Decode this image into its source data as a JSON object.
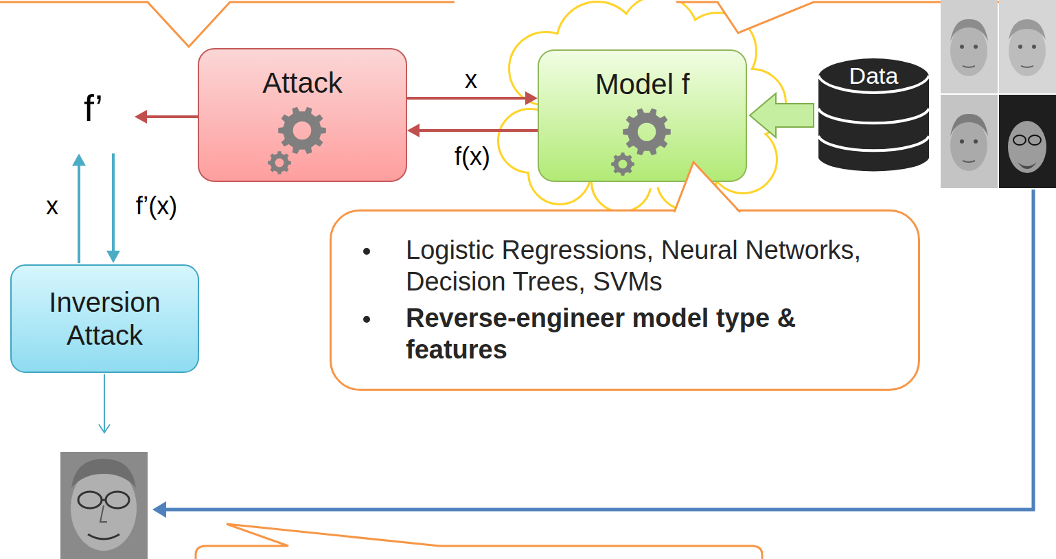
{
  "diagram": {
    "nodes": [
      {
        "text": [
          "f’"
        ]
      },
      {
        "text": [
          "Attack"
        ]
      },
      {
        "text": [
          "Model f"
        ]
      },
      {
        "text": [
          "Data"
        ]
      },
      {
        "text": [
          "Inversion Attack"
        ]
      },
      {
        "text": [
          "Logistic Regressions, Neural Networks, Decision Trees, SVMs",
          "Reverse-engineer model type & features"
        ]
      }
    ],
    "edges": [
      {
        "from": 1,
        "to": 0,
        "arrow": "to"
      },
      {
        "from": 1,
        "to": 2,
        "label": "x",
        "arrow": "to"
      },
      {
        "from": 2,
        "to": 1,
        "label": "f(x)",
        "arrow": "to"
      },
      {
        "from": 4,
        "to": 0,
        "label": "x",
        "arrow": "to"
      },
      {
        "from": 0,
        "to": 4,
        "label": "f’(x)",
        "arrow": "to"
      },
      {
        "from": 3,
        "to": 2,
        "arrow": "to"
      }
    ]
  }
}
